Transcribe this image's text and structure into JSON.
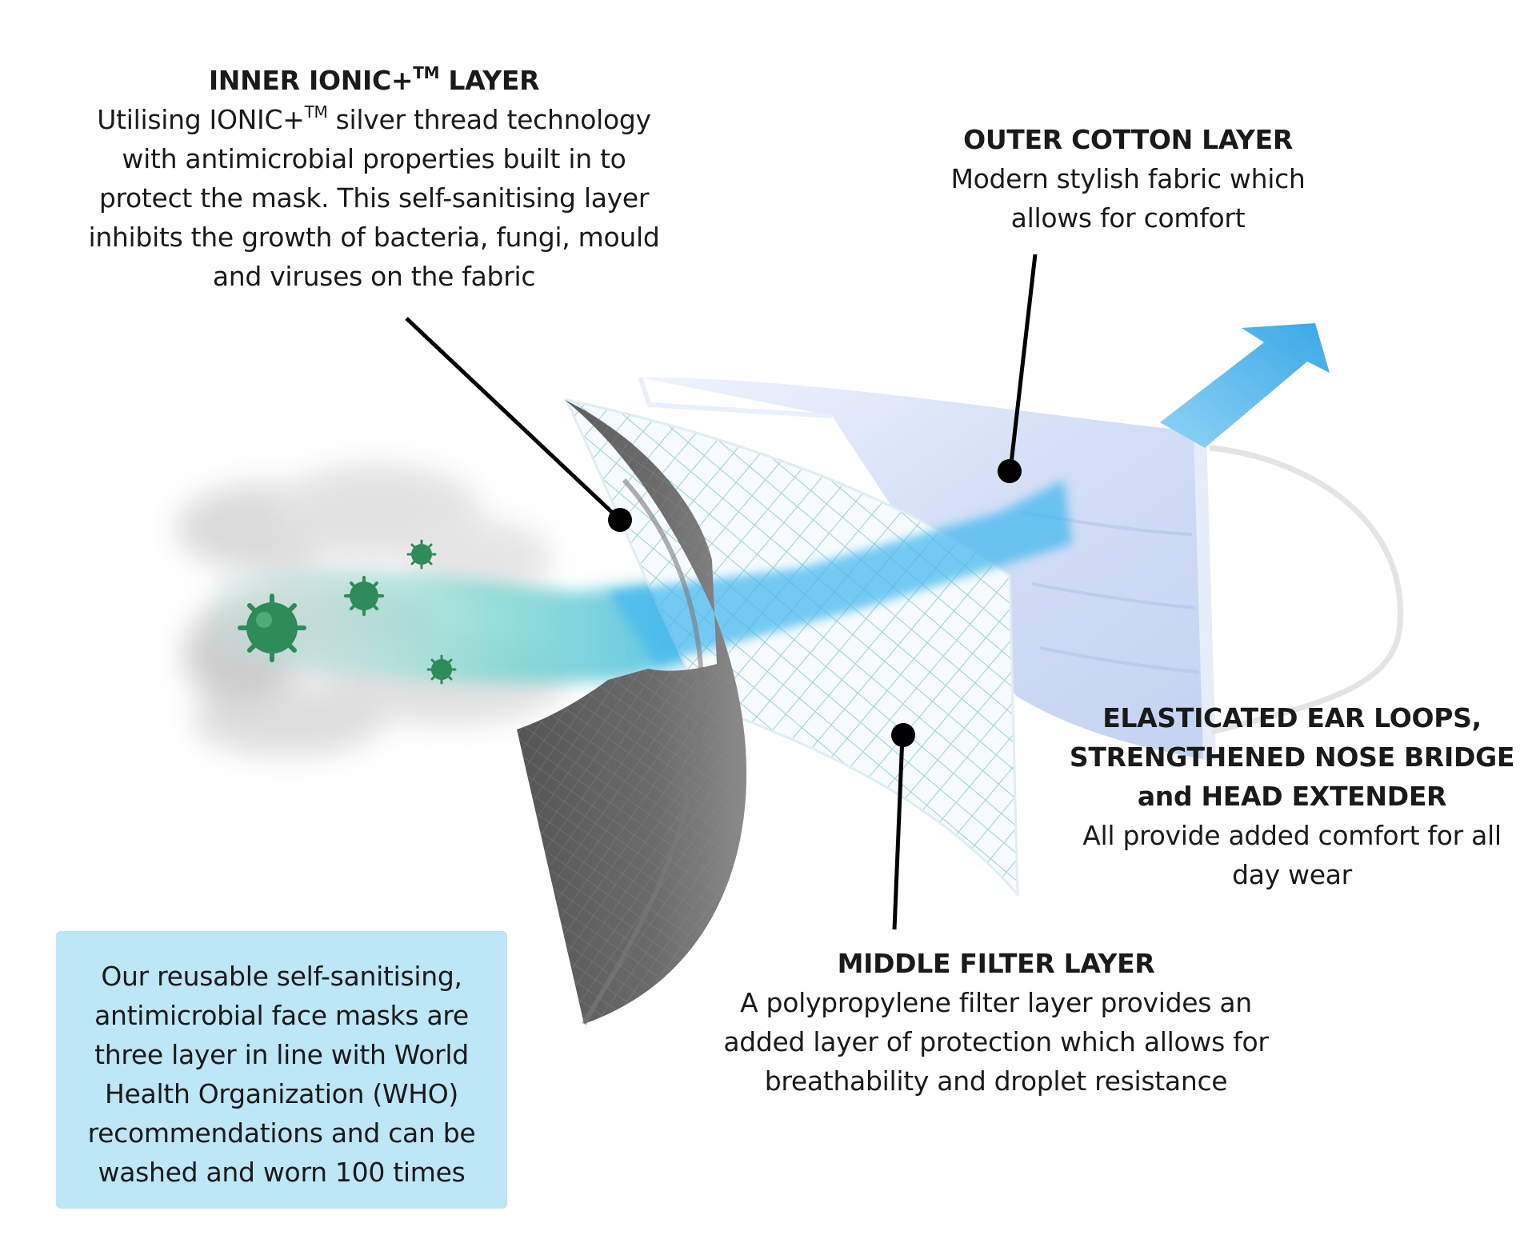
{
  "inner_layer": {
    "title_prefix": "INNER IONIC+",
    "tm": "TM",
    "title_suffix": " LAYER",
    "line1_prefix": "Utilising IONIC+",
    "line1_suffix": " silver thread technology",
    "body_rest": "with antimicrobial properties built in to protect the mask. This self-sanitising layer inhibits the growth of bacteria, fungi, mould and viruses on the fabric"
  },
  "outer_layer": {
    "title": "OUTER COTTON LAYER",
    "body": "Modern stylish fabric which allows for comfort"
  },
  "ear_loops": {
    "title_line1": "ELASTICATED EAR LOOPS,",
    "title_line2": "STRENGTHENED NOSE BRIDGE",
    "title_line3": "and HEAD EXTENDER",
    "body": "All provide added comfort for all day wear"
  },
  "middle_layer": {
    "title": "MIDDLE FILTER LAYER",
    "body": "A polypropylene filter layer provides an added layer of protection which allows for breathability and droplet resistance"
  },
  "info_box": {
    "text": "Our reusable self-sanitising, antimicrobial face masks are three layer in line with World Health Organization (WHO) recommendations and can be washed and worn 100 times"
  },
  "colors": {
    "info_box_bg": "#bde6f7",
    "airflow_blue": "#3fb4ec",
    "germ_green": "#2e8b5a",
    "inner_layer_gray": "#5c5c5c",
    "outer_layer_blue": "#dbe6f8",
    "leader_line": "#000000"
  }
}
